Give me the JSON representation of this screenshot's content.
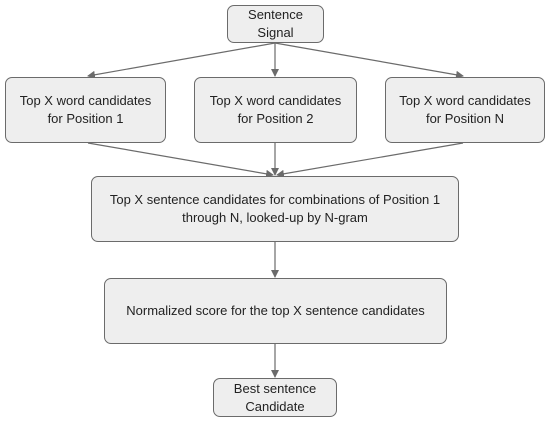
{
  "nodes": {
    "signal": "Sentence\nSignal",
    "position_1": "Top X word candidates\nfor Position 1",
    "position_2": "Top X word candidates\nfor Position 2",
    "position_n": "Top X word candidates\nfor Position N",
    "combinations": "Top X sentence candidates for combinations of Position 1\nthrough N, looked-up by N-gram",
    "normalized_score": "Normalized score for the top X sentence candidates",
    "best": "Best sentence\nCandidate"
  },
  "colors": {
    "node_fill": "#eeeeee",
    "node_border": "#6b6b6b",
    "arrow": "#6b6b6b",
    "text": "#222222"
  }
}
